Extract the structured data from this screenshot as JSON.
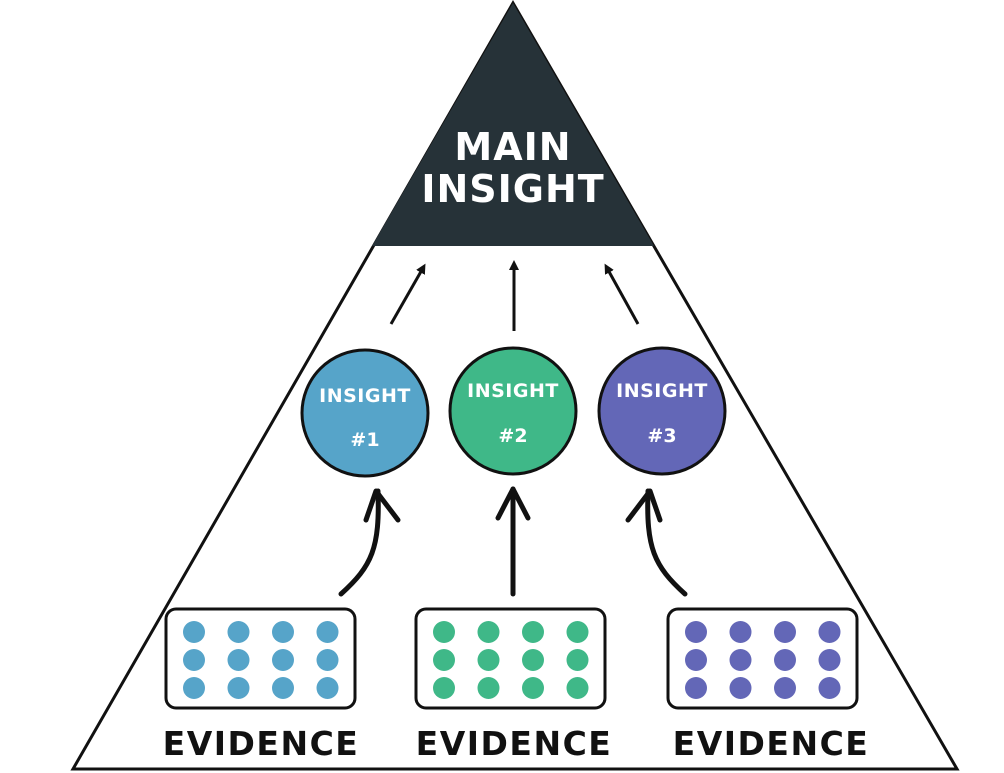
{
  "main": {
    "line1": "MAIN",
    "line2": "INSIGHT"
  },
  "insights": [
    {
      "title": "INSIGHT",
      "number": "#1",
      "color": "#56a4c9"
    },
    {
      "title": "INSIGHT",
      "number": "#2",
      "color": "#3fb888"
    },
    {
      "title": "INSIGHT",
      "number": "#3",
      "color": "#6367b7"
    }
  ],
  "evidence": [
    {
      "label": "EVIDENCE",
      "color": "#56a4c9"
    },
    {
      "label": "EVIDENCE",
      "color": "#3fb888"
    },
    {
      "label": "EVIDENCE",
      "color": "#6367b7"
    }
  ],
  "colors": {
    "apex": "#263238",
    "outline": "#111111"
  }
}
